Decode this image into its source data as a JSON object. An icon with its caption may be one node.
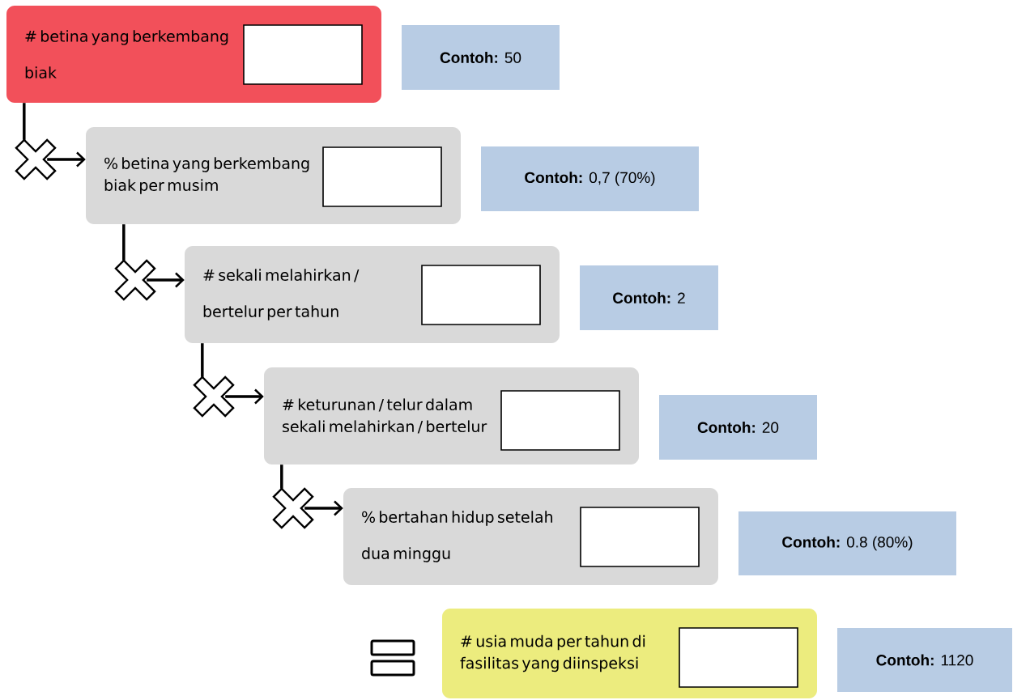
{
  "diagram": {
    "nodes": [
      {
        "text": [
          "# betina yang berkembang biak"
        ]
      },
      {
        "text": [],
        "shape": "box",
        "in": 0
      },
      {
        "text": [
          "**Contoh:** 50"
        ]
      },
      {
        "text": [],
        "shape": "cross"
      },
      {
        "text": [
          "% betina yang berkembang biak per musim"
        ]
      },
      {
        "text": [],
        "shape": "box",
        "in": 4
      },
      {
        "text": [
          "**Contoh:** 0,7 (70%)"
        ]
      },
      {
        "text": [],
        "shape": "cross"
      },
      {
        "text": [
          "# sekali melahirkan / bertelur per tahun"
        ]
      },
      {
        "text": [],
        "shape": "box",
        "in": 8
      },
      {
        "text": [
          "**Contoh:** 2"
        ]
      },
      {
        "text": [],
        "shape": "cross"
      },
      {
        "text": [
          "# keturunan / telur dalam sekali melahirkan / bertelur"
        ]
      },
      {
        "text": [],
        "shape": "box",
        "in": 12
      },
      {
        "text": [
          "**Contoh:** 20"
        ]
      },
      {
        "text": [],
        "shape": "cross"
      },
      {
        "text": [
          "% bertahan hidup setelah dua minggu"
        ]
      },
      {
        "text": [],
        "shape": "box",
        "in": 16
      },
      {
        "text": [
          "**Contoh:** 0.8 (80%)"
        ]
      },
      {
        "text": [
          "# usia muda per tahun di fasilitas yang diinspeksi"
        ]
      },
      {
        "text": [],
        "shape": "box",
        "in": 19
      },
      {
        "text": [
          "**Contoh:** 1120"
        ]
      }
    ],
    "edges": [
      {
        "from": 0,
        "to": 3,
        "arrow": "none"
      },
      {
        "from": 3,
        "to": 4,
        "arrow": "to"
      },
      {
        "from": 4,
        "to": 7,
        "arrow": "none"
      },
      {
        "from": 7,
        "to": 8,
        "arrow": "to"
      },
      {
        "from": 8,
        "to": 11,
        "arrow": "none"
      },
      {
        "from": 11,
        "to": 12,
        "arrow": "to"
      },
      {
        "from": 12,
        "to": 15,
        "arrow": "none"
      },
      {
        "from": 15,
        "to": 16,
        "arrow": "to"
      }
    ]
  }
}
